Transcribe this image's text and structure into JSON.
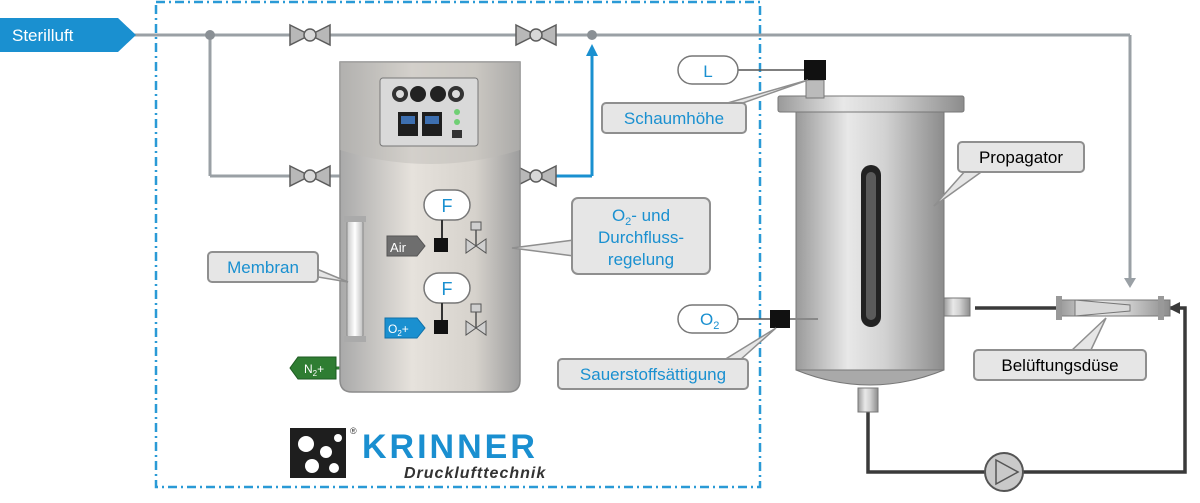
{
  "labels": {
    "sterilluft": "Sterilluft",
    "membran": "Membran",
    "air": "Air",
    "o2_main": "O",
    "o2_sub": "2",
    "o2_plus": "+",
    "n2_main": "N",
    "n2_sub": "2",
    "n2_plus": "+",
    "f_sensor": "F",
    "regel_line1_o": "O",
    "regel_line1_sub": "2",
    "regel_line1_rest": "- und",
    "regel_line2": "Durchfluss-",
    "regel_line3": "regelung",
    "level_sensor": "L",
    "schaumhoehe": "Schaumhöhe",
    "o2_sensor_main": "O",
    "o2_sensor_sub": "2",
    "sauerstoff": "Sauerstoffsättigung",
    "propagator": "Propagator",
    "belueftung": "Belüftungsdüse"
  },
  "logo": {
    "name": "KRINNER",
    "tagline": "Drucklufttechnik",
    "registered": "®"
  },
  "colors": {
    "accent_blue": "#1a90d0",
    "pipe_grey": "#9aa0a5",
    "label_grey": "#e6e6e6",
    "n2_green": "#2f7d32",
    "logo_blue": "#1a8fd0",
    "border_dash": "#2a9ad6"
  }
}
